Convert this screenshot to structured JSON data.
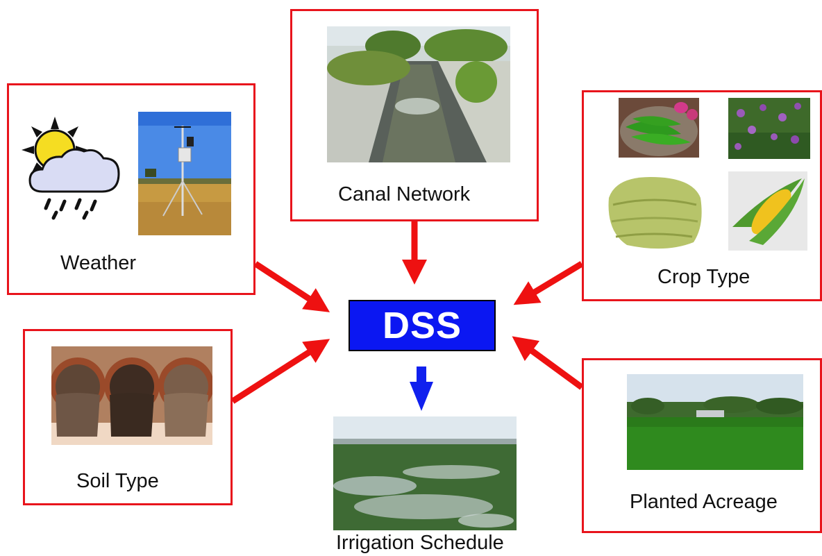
{
  "center": {
    "label": "DSS",
    "color": "#0b17f2"
  },
  "inputs": {
    "canal": {
      "label": "Canal Network"
    },
    "weather": {
      "label": "Weather"
    },
    "crop": {
      "label": "Crop Type"
    },
    "soil": {
      "label": "Soil Type"
    },
    "acreage": {
      "label": "Planted Acreage"
    }
  },
  "output": {
    "label": "Irrigation Schedule"
  },
  "colors": {
    "box_border": "#e8141c",
    "input_arrow": "#ee1111",
    "output_arrow": "#1020ee"
  }
}
